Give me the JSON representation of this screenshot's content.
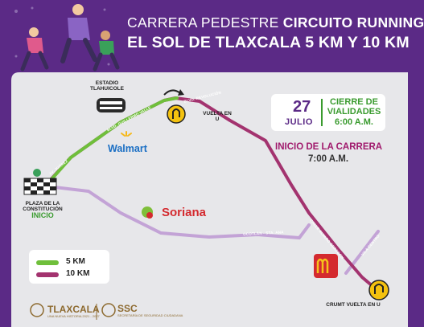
{
  "header": {
    "title_prefix": "CARRERA PEDESTRE",
    "title_highlight": "CIRCUITO RUNNING",
    "title_line2": "EL SOL DE TLAXCALA 5 KM Y 10 KM"
  },
  "event": {
    "day": "27",
    "month": "JULIO",
    "closure_label": "CIERRE DE VIALIDADES",
    "closure_time": "6:00 A.M.",
    "race_start_label": "INICIO DE LA CARRERA",
    "race_start_time": "7:00 A.M."
  },
  "landmarks": {
    "stadium": "ESTADIO TLAHUICOLE",
    "uturn": "VUELTA EN U",
    "plaza": "PLAZA DE LA CONSTITUCIÓN",
    "start": "INICIO",
    "crumt": "CRUMT VUELTA EN U",
    "walmart": "Walmart",
    "soriana": "Soriana"
  },
  "streets": {
    "juarez": "AV. JUÁREZ",
    "guillermo": "BLVD. GUILLERMO VALLE",
    "revolucion": "BLVD. REVOLUCIÓN",
    "ocotlan": "OCOTLÁN - STA. ANA",
    "calle": "CALLE ALVARO OBREGON",
    "vila": "VILA CENTRO"
  },
  "legend": [
    {
      "label": "5 KM",
      "color": "#6fbf3b"
    },
    {
      "label": "10 KM",
      "color": "#a3336f"
    }
  ],
  "footer": {
    "tlaxcala": "TLAXCALA",
    "tlaxcala_sub": "UNA NUEVA HISTORIA 2021 - 2027",
    "ssc": "SSC",
    "ssc_sub": "SECRETARÍA DE SEGURIDAD CIUDADANA"
  },
  "colors": {
    "purple": "#5b2a86",
    "route_5k": "#6fbf3b",
    "route_10k": "#a3336f",
    "road": "#c3a3d6",
    "map_bg": "#e7e7ea"
  }
}
